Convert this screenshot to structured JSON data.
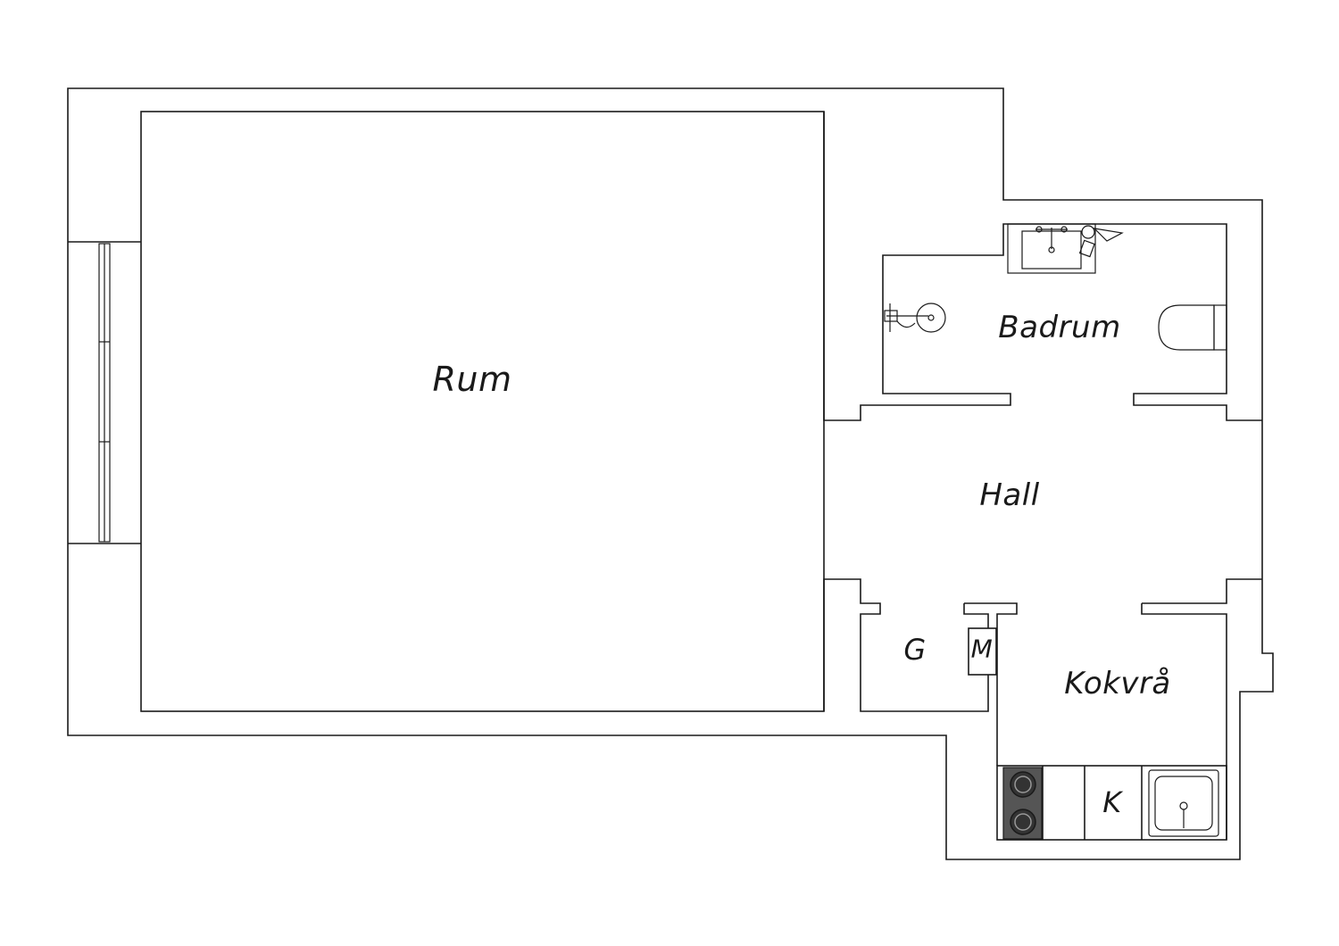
{
  "rooms": {
    "rum": "Rum",
    "badrum": "Badrum",
    "hall": "Hall",
    "g": "G",
    "m": "M",
    "kokvra": "Kokvrå",
    "k": "K"
  },
  "colors": {
    "wall_stroke": "#1a1a1a",
    "background": "#ffffff",
    "stove": "#555555"
  }
}
